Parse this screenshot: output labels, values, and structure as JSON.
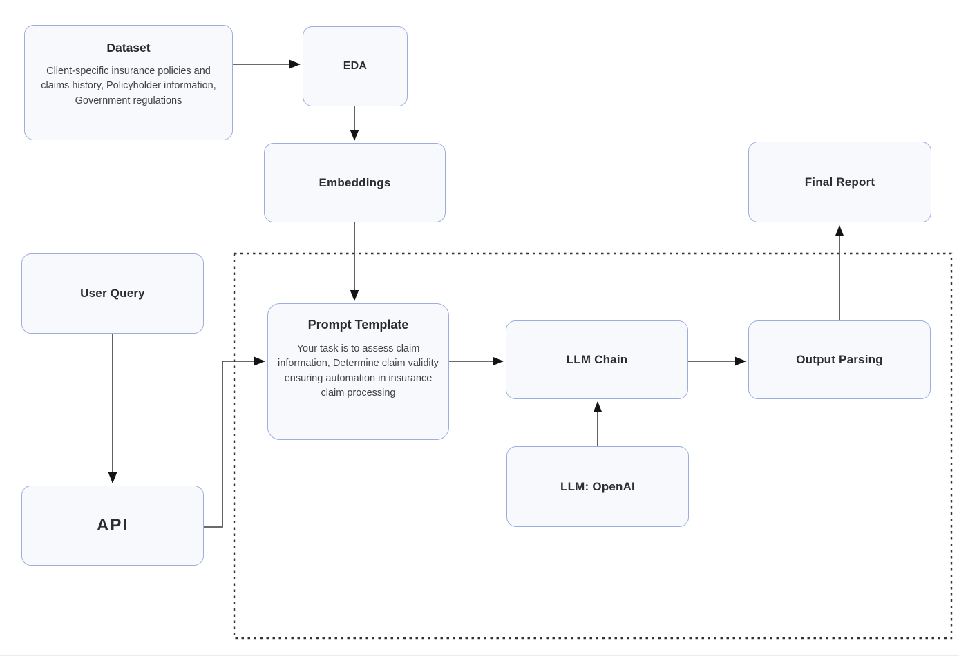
{
  "diagram": {
    "nodes": {
      "dataset": {
        "title": "Dataset",
        "description": "Client-specific insurance policies and claims history, Policyholder information, Government regulations"
      },
      "eda": {
        "label": "EDA"
      },
      "embeddings": {
        "label": "Embeddings"
      },
      "final_report": {
        "label": "Final Report"
      },
      "user_query": {
        "label": "User Query"
      },
      "api": {
        "label": "API"
      },
      "prompt_template": {
        "title": "Prompt Template",
        "description": "Your task is to assess claim information, Determine claim validity ensuring automation in insurance claim processing"
      },
      "llm_chain": {
        "label": "LLM Chain"
      },
      "llm_openai": {
        "label": "LLM: OpenAI"
      },
      "output_parsing": {
        "label": "Output Parsing"
      }
    },
    "edges": [
      {
        "from": "dataset",
        "to": "eda"
      },
      {
        "from": "eda",
        "to": "embeddings"
      },
      {
        "from": "embeddings",
        "to": "prompt_template"
      },
      {
        "from": "user_query",
        "to": "api"
      },
      {
        "from": "api",
        "to": "prompt_template"
      },
      {
        "from": "prompt_template",
        "to": "llm_chain"
      },
      {
        "from": "llm_chain",
        "to": "output_parsing"
      },
      {
        "from": "llm_openai",
        "to": "llm_chain"
      },
      {
        "from": "output_parsing",
        "to": "final_report"
      }
    ],
    "colors": {
      "background": "#ffffff",
      "node_fill": "#f8f9fd",
      "node_border": "#9dadde",
      "arrow_line": "#3a3a3a",
      "arrowhead": "#141414",
      "dashed_border": "#333333",
      "title_text": "#2b2b2b",
      "body_text": "#424242"
    }
  }
}
